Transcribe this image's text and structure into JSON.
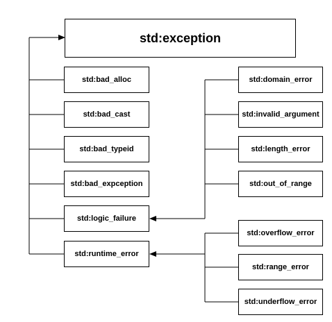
{
  "nodes": {
    "root": "std:exception",
    "bad_alloc": "std:bad_alloc",
    "bad_cast": "std:bad_cast",
    "bad_typeid": "std:bad_typeid",
    "bad_exception": "std:bad_expception",
    "logic_failure": "std:logic_failure",
    "runtime_error": "std:runtime_error",
    "domain_error": "std:domain_error",
    "invalid_argument": "std:invalid_argument",
    "length_error": "std:length_error",
    "out_of_range": "std:out_of_range",
    "overflow_error": "std:overflow_error",
    "range_error": "std:range_error",
    "underflow_error": "std:underflow_error"
  },
  "colors": {
    "line": "#000000",
    "border": "#000000",
    "background": "#ffffff"
  }
}
